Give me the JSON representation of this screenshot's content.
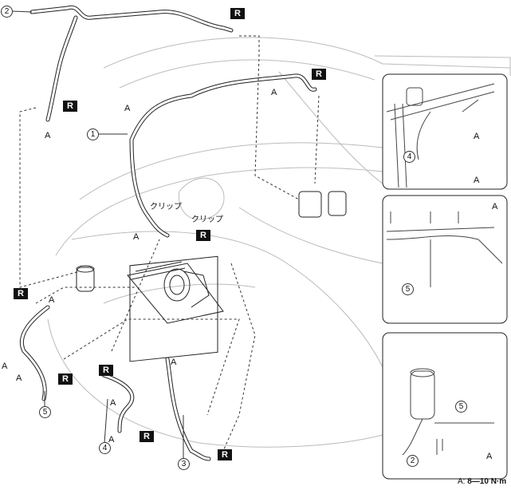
{
  "badge_label": "R",
  "torque_label": "A",
  "clip_label": "クリップ",
  "callouts": [
    "1",
    "2",
    "3",
    "4",
    "5"
  ],
  "legend": {
    "prefix": "A: ",
    "value": "8—10 N·m"
  },
  "colors": {
    "line": "#222222",
    "faint": "#bbbbbb",
    "badge": "#111111"
  }
}
